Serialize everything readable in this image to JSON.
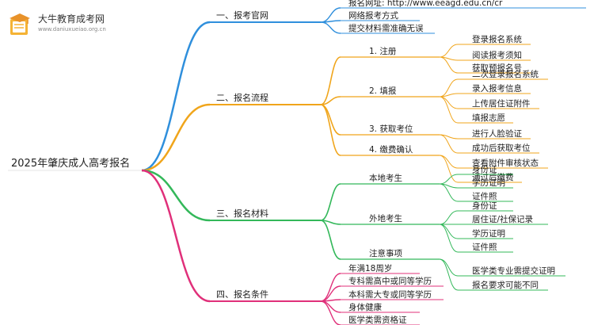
{
  "logo": {
    "title": "大牛教育成考网",
    "url": "www.daniuxueiao.org.cn",
    "icon": "graduation-book-icon"
  },
  "root": "2025年肇庆成人高考报名",
  "colors": {
    "blue": "#2f8fdc",
    "orange": "#f0a51b",
    "pink": "#e0307a",
    "green": "#33b85a",
    "text": "#222222"
  },
  "branches": [
    {
      "label": "一、报考官网",
      "color": "blue",
      "children": [
        {
          "label": "报名网址: http://www.eeagd.edu.cn/cr"
        },
        {
          "label": "网络报考方式"
        },
        {
          "label": "提交材料需准确无误"
        }
      ]
    },
    {
      "label": "二、报名流程",
      "color": "orange",
      "children": [
        {
          "label": "1. 注册",
          "children": [
            {
              "label": "登录报名系统"
            },
            {
              "label": "阅读报考须知"
            },
            {
              "label": "获取预报名号"
            }
          ]
        },
        {
          "label": "2. 填报",
          "children": [
            {
              "label": "二次登录报名系统"
            },
            {
              "label": "录入报考信息"
            },
            {
              "label": "上传居住证附件"
            },
            {
              "label": "填报志愿"
            }
          ]
        },
        {
          "label": "3. 获取考位",
          "children": [
            {
              "label": "进行人脸验证"
            },
            {
              "label": "成功后获取考位"
            }
          ]
        },
        {
          "label": "4. 缴费确认",
          "children": [
            {
              "label": "查看附件审核状态"
            },
            {
              "label": "通过后缴费"
            }
          ]
        }
      ]
    },
    {
      "label": "三、报名材料",
      "color": "green",
      "children": [
        {
          "label": "本地考生",
          "children": [
            {
              "label": "身份证"
            },
            {
              "label": "学历证明"
            },
            {
              "label": "证件照"
            }
          ]
        },
        {
          "label": "外地考生",
          "children": [
            {
              "label": "身份证"
            },
            {
              "label": "居住证/社保记录"
            },
            {
              "label": "学历证明"
            },
            {
              "label": "证件照"
            }
          ]
        },
        {
          "label": "注意事项",
          "children": [
            {
              "label": "医学类专业需提交证明"
            },
            {
              "label": "报名要求可能不同"
            }
          ]
        }
      ]
    },
    {
      "label": "四、报名条件",
      "color": "pink",
      "children": [
        {
          "label": "年满18周岁"
        },
        {
          "label": "专科需高中或同等学历"
        },
        {
          "label": "本科需大专或同等学历"
        },
        {
          "label": "身体健康"
        },
        {
          "label": "医学类需资格证"
        }
      ]
    }
  ]
}
